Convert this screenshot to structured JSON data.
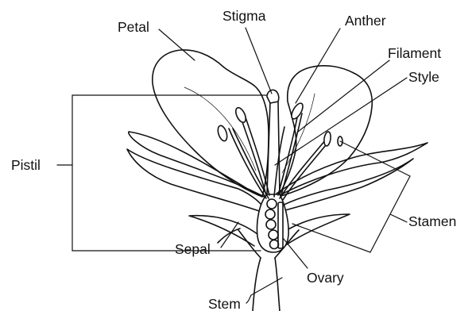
{
  "labels": {
    "petal": "Petal",
    "stigma": "Stigma",
    "anther": "Anther",
    "filament": "Filament",
    "style": "Style",
    "pistil": "Pistil",
    "stamen": "Stamen",
    "sepal": "Sepal",
    "ovary": "Ovary",
    "stem": "Stem"
  },
  "colors": {
    "line": "#111111",
    "background": "#ffffff"
  }
}
